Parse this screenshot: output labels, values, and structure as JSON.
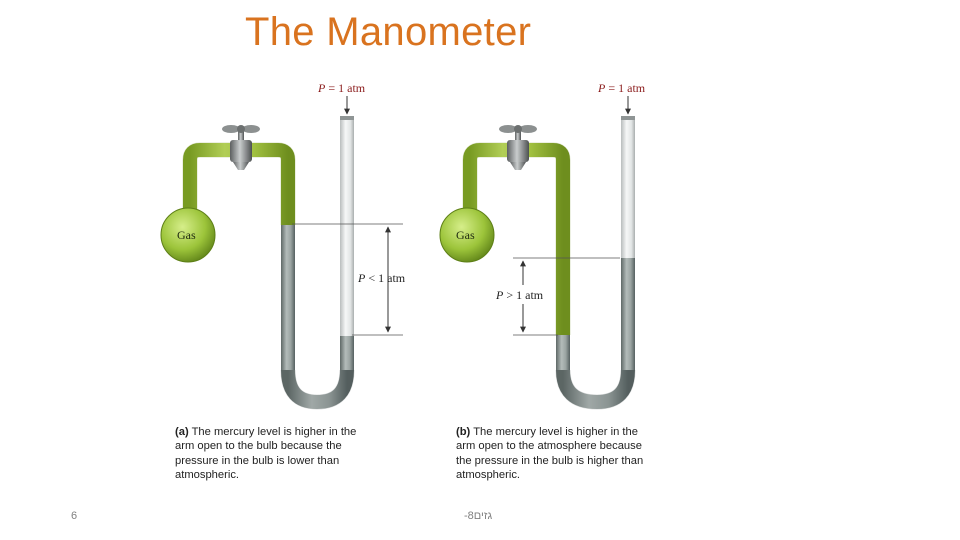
{
  "title": "The Manometer",
  "panel_a": {
    "top_label_p": "P",
    "top_label_rest": " = 1 atm",
    "gas_label": "Gas",
    "pressure_label_p": "P",
    "pressure_label_rest": " < 1 atm",
    "caption_bold": "(a)",
    "caption_text": " The mercury level is higher in the arm open to the bulb because the pressure in the bulb is lower than atmospheric."
  },
  "panel_b": {
    "top_label_p": "P",
    "top_label_rest": " = 1 atm",
    "gas_label": "Gas",
    "pressure_label_p": "P",
    "pressure_label_rest": " > 1 atm",
    "caption_bold": "(b)",
    "caption_text": " The mercury level is higher in the arm open to the atmosphere because the pressure in the bulb is higher than atmospheric."
  },
  "footer": {
    "slide_number": "6",
    "footer_text": "גזים8-"
  },
  "colors": {
    "title": "#d9731f",
    "gas_tube": "#a6c83c",
    "mercury": "#8f9a98",
    "empty_tube": "#e4e6e6",
    "label_p": "#8b1c1c"
  }
}
